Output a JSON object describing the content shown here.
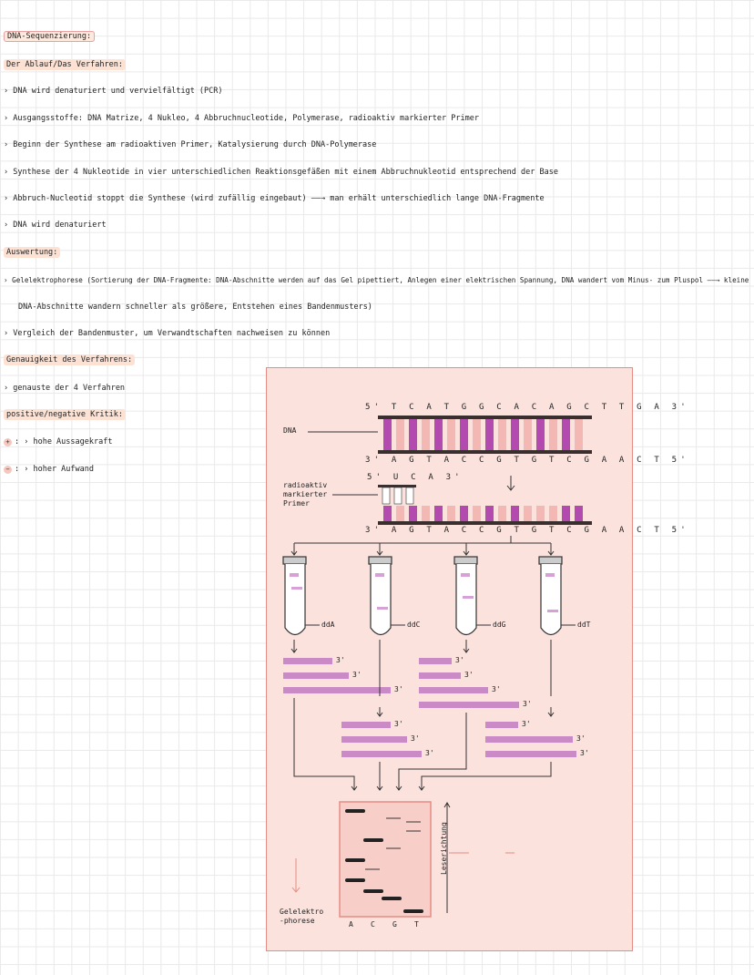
{
  "notes": {
    "title": "DNA-Sequenzierung:",
    "section1": "Der Ablauf/Das Verfahren:",
    "steps": [
      "› DNA wird denaturiert und vervielfältigt (PCR)",
      "› Ausgangsstoffe: DNA Matrize, 4 Nukleo, 4 Abbruchnucleotide, Polymerase, radioaktiv markierter Primer",
      "› Beginn der Synthese am radioaktiven Primer, Katalysierung durch DNA-Polymerase",
      "› Synthese der 4 Nukleotide in vier unterschiedlichen Reaktionsgefäßen mit einem Abbruchnukleotid entsprechend der Base",
      "› Abbruch-Nucleotid stoppt die Synthese (wird zufällig eingebaut) ——→ man erhält unterschiedlich lange DNA-Fragmente",
      "› DNA wird denaturiert"
    ],
    "section2": "Auswertung:",
    "eval_line1": "› Gelelektrophorese (Sortierung der DNA-Fragmente: DNA-Abschnitte werden auf das Gel pipettiert, Anlegen einer elektrischen Spannung, DNA wandert vom Minus- zum Pluspol ——→ kleine",
    "eval_line2": "DNA-Abschnitte wandern schneller als größere, Entstehen eines Bandenmusters)",
    "eval_line3": "› Vergleich der Bandenmuster, um Verwandtschaften nachweisen zu können",
    "section3": "Genauigkeit des Verfahrens:",
    "precision": "› genauste der 4 Verfahren",
    "critique_title": "positive/negative Kritik:",
    "plus_symbol": "+",
    "plus_text": ": › hohe Aussagekraft",
    "minus_symbol": "−",
    "minus_text": ": › hoher Aufwand"
  },
  "diagram": {
    "top_strand": "5' T C A T G G C A C A G C T T G A 3'",
    "bottom_strand": "3' A G T A C C G T G T C G A A C T 5'",
    "dna_label": "DNA",
    "primer_seq": "5' U C A 3'",
    "primer_label": "radioaktiv markierter Primer",
    "template_strand": "3' A G T A C C G T G T C G A A C T 5'",
    "tubes": [
      "ddA",
      "ddC",
      "ddG",
      "ddT"
    ],
    "end_label": "3'",
    "gel_lanes": [
      "A",
      "C",
      "G",
      "T"
    ],
    "gel_label": "Gelelektro-phorese",
    "reading_direction": "Leserichtung"
  },
  "colors": {
    "highlight": "#fde1d3",
    "panel": "#fbe2dd",
    "panel_border": "#e58c85",
    "base_magenta": "#b24ab0",
    "base_light": "#f3b8b3"
  }
}
